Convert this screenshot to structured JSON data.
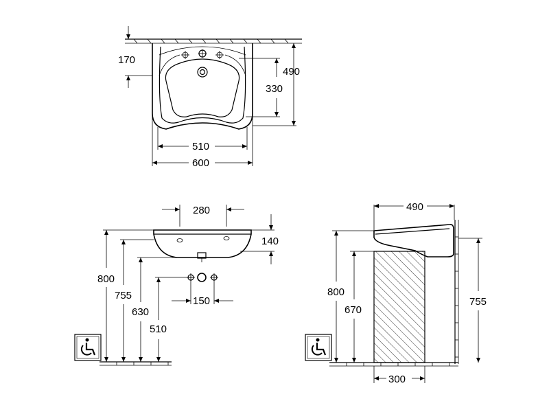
{
  "top_view": {
    "dim_tap_depth": "170",
    "dim_total_depth": "490",
    "dim_bowl_depth": "330",
    "dim_inner_width": "510",
    "dim_total_width": "600"
  },
  "front_view": {
    "dim_bowl_width": "280",
    "dim_height_basin": "140",
    "dim_rim_height": "800",
    "dim_front_lower": "755",
    "dim_trap_height": "630",
    "dim_supply_height": "510",
    "dim_supply_spacing": "150"
  },
  "side_view": {
    "dim_projection": "490",
    "dim_rim_height": "800",
    "dim_pedestal_height": "670",
    "dim_bracket_height": "755",
    "dim_pedestal_width": "300"
  },
  "icons": {
    "accessibility_front": "wheelchair-icon",
    "accessibility_side": "wheelchair-icon"
  }
}
